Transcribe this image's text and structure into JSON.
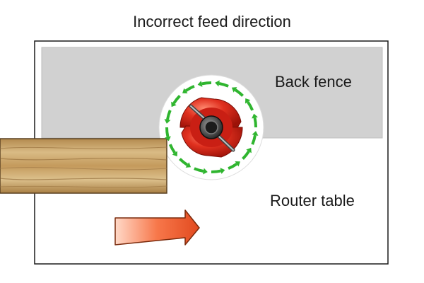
{
  "title": "Incorrect feed direction",
  "labels": {
    "back_fence": "Back fence",
    "router_table": "Router table"
  },
  "colors": {
    "fence": "#d1d1d1",
    "cutter": "#d8261c",
    "rotation_arrows": "#2fb52f",
    "feed_arrow": "#f26a3a",
    "wood": "#c9a66b"
  },
  "icons": {
    "cutter": "router-bit-icon",
    "feed": "arrow-right-icon",
    "rotation": "counterclockwise-rotation-icon"
  }
}
